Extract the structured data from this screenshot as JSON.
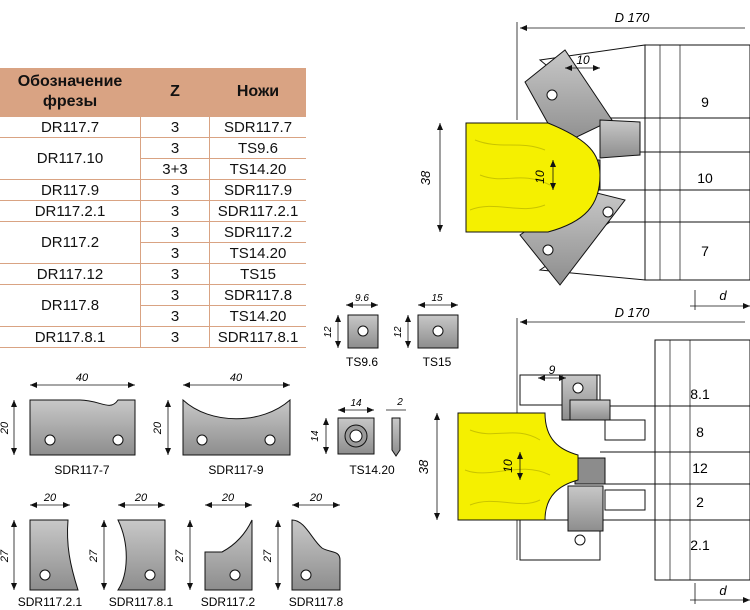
{
  "table": {
    "headers": [
      "Обозначение фрезы",
      "Z",
      "Ножи"
    ],
    "rows": [
      {
        "name": "DR117.7",
        "z": [
          "3"
        ],
        "knives": [
          "SDR117.7"
        ]
      },
      {
        "name": "DR117.10",
        "z": [
          "3",
          "3+3"
        ],
        "knives": [
          "TS9.6",
          "TS14.20"
        ]
      },
      {
        "name": "DR117.9",
        "z": [
          "3"
        ],
        "knives": [
          "SDR117.9"
        ]
      },
      {
        "name": "DR117.2.1",
        "z": [
          "3"
        ],
        "knives": [
          "SDR117.2.1"
        ]
      },
      {
        "name": "DR117.2",
        "z": [
          "3",
          "3"
        ],
        "knives": [
          "SDR117.2",
          "TS14.20"
        ]
      },
      {
        "name": "DR117.12",
        "z": [
          "3"
        ],
        "knives": [
          "TS15"
        ]
      },
      {
        "name": "DR117.8",
        "z": [
          "3",
          "3"
        ],
        "knives": [
          "SDR117.8",
          "TS14.20"
        ]
      },
      {
        "name": "DR117.8.1",
        "z": [
          "3"
        ],
        "knives": [
          "SDR117.8.1"
        ]
      }
    ]
  },
  "top_assembly": {
    "diameter": "D 170",
    "width_dim": "10",
    "height_dim": "38",
    "slot_dim": "10",
    "positions": [
      "9",
      "10",
      "7"
    ],
    "bore": "d"
  },
  "bottom_assembly": {
    "diameter": "D 170",
    "width_dim": "9",
    "height_dim": "38",
    "slot_dim": "10",
    "positions": [
      "8.1",
      "8",
      "12",
      "2",
      "2.1"
    ],
    "bore": "d"
  },
  "small_knives": [
    {
      "label": "TS9.6",
      "w": "9.6",
      "h": "12"
    },
    {
      "label": "TS15",
      "w": "15",
      "h": "12"
    },
    {
      "label": "TS14.20",
      "w": "14",
      "h": "14",
      "t": "2"
    }
  ],
  "profile_knives": [
    {
      "label": "SDR117-7",
      "w": "40",
      "h": "20"
    },
    {
      "label": "SDR117-9",
      "w": "40",
      "h": "20"
    },
    {
      "label": "SDR117.2.1",
      "w": "20",
      "h": "27"
    },
    {
      "label": "SDR117.8.1",
      "w": "20",
      "h": "27"
    },
    {
      "label": "SDR117.2",
      "w": "20",
      "h": "27"
    },
    {
      "label": "SDR117.8",
      "w": "20",
      "h": "27"
    }
  ],
  "colors": {
    "header": "#d9a383",
    "wood": "#f5f000",
    "steel": "#a6a6a6",
    "steel_dark": "#6e6e6e"
  }
}
